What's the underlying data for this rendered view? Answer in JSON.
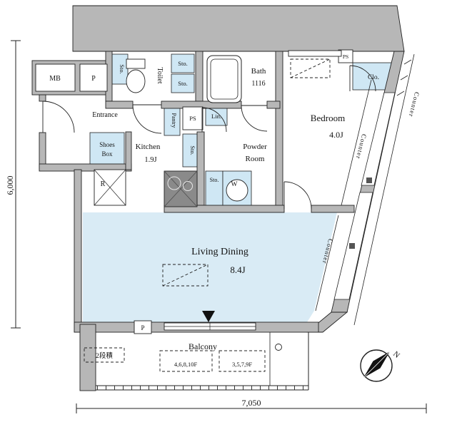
{
  "plan_title": "apartment-floor-plan",
  "colors": {
    "wall": "#b7b7b7",
    "highlight": "#d9ebf5",
    "ink": "#141414"
  },
  "dimensions": {
    "vertical": "6,000",
    "horizontal": "7,050"
  },
  "compass": {
    "label": "N"
  },
  "rooms": {
    "entrance": "Entrance",
    "kitchen": {
      "name": "Kitchen",
      "size": "1.9J"
    },
    "toilet": "Toilet",
    "bath": {
      "name": "Bath",
      "size": "1116"
    },
    "powder": {
      "line1": "Powder",
      "line2": "Room"
    },
    "bedroom": {
      "name": "Bedroom",
      "size": "4.0J"
    },
    "living": {
      "name": "Living Dining",
      "size": "8.4J"
    },
    "balcony": "Balcony"
  },
  "fixtures": {
    "mb": "MB",
    "p_top": "P",
    "p_bottom": "P",
    "ps_top": "PS",
    "ps_mid": "PS",
    "pantry": "Pantry",
    "linen": "Lin.",
    "washer": "W",
    "fridge": "R",
    "closet": "Clo.",
    "sto": "Sto.",
    "shoes": {
      "line1": "Shoes",
      "line2": "Box"
    }
  },
  "counters": {
    "right_outer": "Counter",
    "bedroom": "Counter",
    "living": "Counter"
  },
  "balcony_notes": {
    "stack": "2段積",
    "floors_a": "4,6,8,10F",
    "floors_b": "3,5,7,9F"
  }
}
